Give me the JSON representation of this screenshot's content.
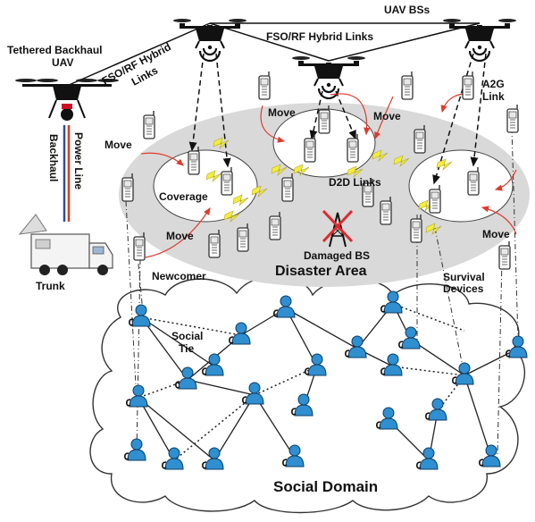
{
  "labels": {
    "tethered_uav_line1": "Tethered Backhaul",
    "tethered_uav_line2": "UAV",
    "uav_bss": "UAV BSs",
    "fso_rf_top": "FSO/RF Hybrid Links",
    "fso_rf_left_line1": "FSO/RF Hybrid",
    "fso_rf_left_line2": "Links",
    "a2g_line1": "A2G",
    "a2g_line2": "Link",
    "power_line": "Power Line",
    "backhaul": "Backhaul",
    "trunk": "Trunk",
    "move": "Move",
    "coverage": "Coverage",
    "d2d_links": "D2D Links",
    "damaged_bs": "Damaged BS",
    "disaster_area": "Disaster Area",
    "newcomer": "Newcomer",
    "survival_line1": "Survival",
    "survival_line2": "Devices",
    "social_tie_line1": "Social",
    "social_tie_line2": "Tie",
    "social_domain": "Social Domain"
  },
  "colors": {
    "disaster_area_fill": "#d9d9d9",
    "coverage_fill": "#ffffff",
    "user_icon": "#2f8fd0",
    "lightning": "#f2ee3a",
    "move_arrow": "#e03a2e",
    "power_line": "#d43a2a",
    "backhaul_line": "#2a4fa0",
    "damaged_bs_cross": "#e0292c"
  },
  "icons": {
    "uav": "drone-icon",
    "phone": "mobile-phone-icon",
    "user": "person-icon",
    "truck": "truck-icon",
    "tower": "cell-tower-icon"
  }
}
